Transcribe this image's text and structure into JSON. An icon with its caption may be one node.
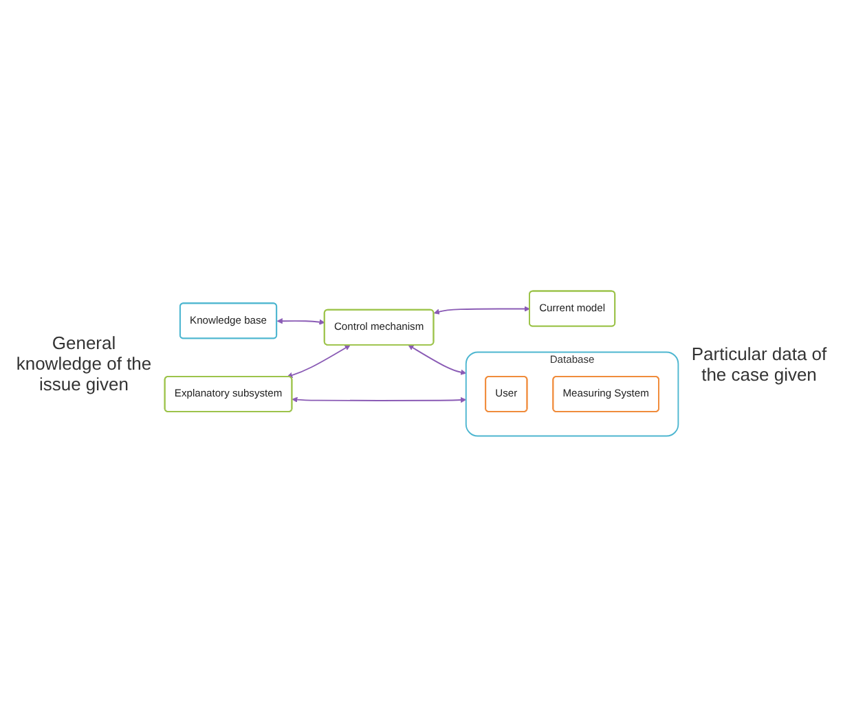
{
  "diagram": {
    "nodes": [
      {
        "text": [
          "Knowledge base"
        ]
      },
      {
        "text": [
          "Explanatory subsystem"
        ]
      },
      {
        "text": [
          "Control mechanism"
        ]
      },
      {
        "text": [
          "Current model"
        ]
      },
      {
        "text": [
          "Database"
        ]
      },
      {
        "text": [
          "User"
        ],
        "in": 4
      },
      {
        "text": [
          "Measuring System"
        ],
        "in": 4
      }
    ],
    "edges": [
      {
        "from": 0,
        "to": 2,
        "arrow": "both"
      },
      {
        "from": 1,
        "to": 2,
        "arrow": "both"
      },
      {
        "from": 1,
        "to": 4,
        "arrow": "both"
      },
      {
        "from": 2,
        "to": 4,
        "arrow": "both"
      },
      {
        "from": 2,
        "to": 3,
        "arrow": "both"
      }
    ],
    "labels": [
      "General knowledge of the issue given",
      "Particular data of the case given"
    ]
  }
}
